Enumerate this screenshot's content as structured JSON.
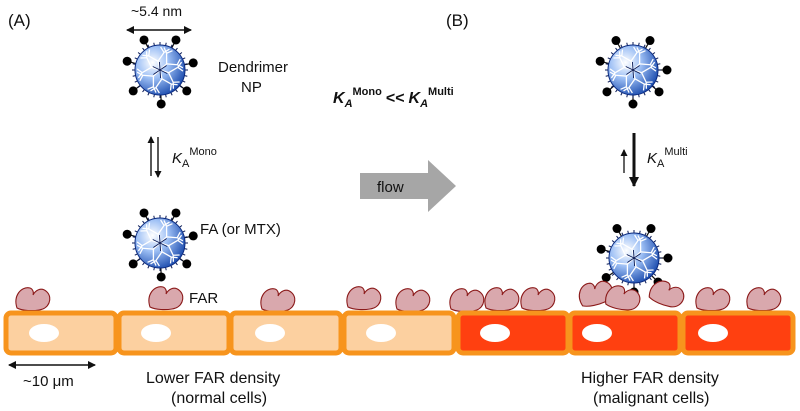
{
  "panel_a_label": "(A)",
  "panel_b_label": "(B)",
  "size_label": "~5.4 nm",
  "dendrimer_label": {
    "line1": "Dendrimer",
    "line2": "NP"
  },
  "ligand_label": "FA (or MTX)",
  "receptor_label": "FAR",
  "k_mono": {
    "k": "K",
    "sub": "A",
    "sup": "Mono"
  },
  "k_multi": {
    "k": "K",
    "sub": "A",
    "sup": "Multi"
  },
  "comparison": {
    "left_k": "K",
    "left_sub": "A",
    "left_sup": "Mono",
    "op": "<<",
    "right_k": "K",
    "right_sub": "A",
    "right_sup": "Multi"
  },
  "flow_label": "flow",
  "scale_label": "~10 μm",
  "left_caption": {
    "line1": "Lower FAR density",
    "line2": "(normal cells)"
  },
  "right_caption": {
    "line1": "Higher FAR density",
    "line2": "(malignant cells)"
  },
  "colors": {
    "normal_cell_fill": "#fcd0a0",
    "malignant_cell_fill": "#ff4010",
    "cell_border": "#f7941d",
    "receptor_fill": "#d9a8ad",
    "receptor_stroke": "#8b1a1a",
    "sphere_blue": "#3f6fd1",
    "flow_arrow": "#a6a6a6"
  }
}
